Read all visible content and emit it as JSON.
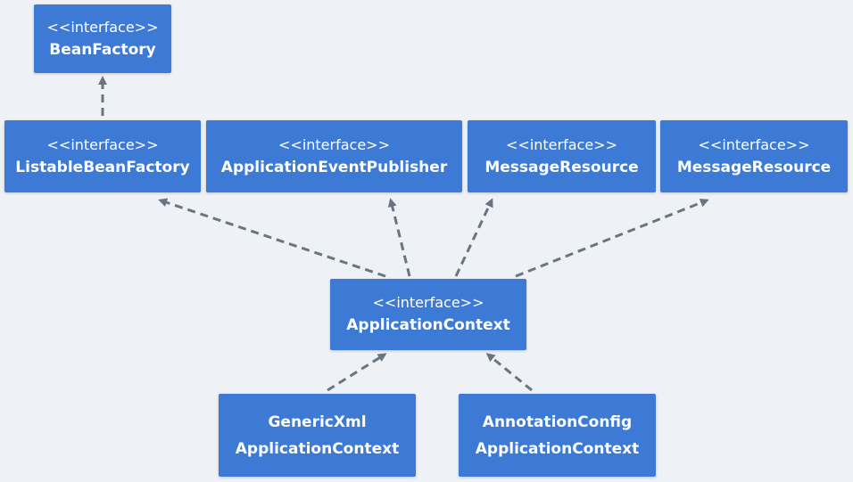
{
  "stereotype": "<<interface>>",
  "nodes": {
    "bean_factory": {
      "stereotype": "<<interface>>",
      "name": "BeanFactory"
    },
    "listable_bean_factory": {
      "stereotype": "<<interface>>",
      "name": "ListableBeanFactory"
    },
    "application_event_publisher": {
      "stereotype": "<<interface>>",
      "name": "ApplicationEventPublisher"
    },
    "message_resource_1": {
      "stereotype": "<<interface>>",
      "name": "MessageResource"
    },
    "message_resource_2": {
      "stereotype": "<<interface>>",
      "name": "MessageResource"
    },
    "application_context": {
      "stereotype": "<<interface>>",
      "name": "ApplicationContext"
    },
    "generic_xml_application_context": {
      "line1": "GenericXml",
      "line2": "ApplicationContext"
    },
    "annotation_config_application_context": {
      "line1": "AnnotationConfig",
      "line2": "ApplicationContext"
    }
  },
  "edges": [
    {
      "from": "listable_bean_factory",
      "to": "bean_factory",
      "style": "dashed",
      "arrow": "open"
    },
    {
      "from": "application_context",
      "to": "listable_bean_factory",
      "style": "dashed",
      "arrow": "open"
    },
    {
      "from": "application_context",
      "to": "application_event_publisher",
      "style": "dashed",
      "arrow": "open"
    },
    {
      "from": "application_context",
      "to": "message_resource_1",
      "style": "dashed",
      "arrow": "open"
    },
    {
      "from": "application_context",
      "to": "message_resource_2",
      "style": "dashed",
      "arrow": "open"
    },
    {
      "from": "generic_xml_application_context",
      "to": "application_context",
      "style": "dashed",
      "arrow": "open"
    },
    {
      "from": "annotation_config_application_context",
      "to": "application_context",
      "style": "dashed",
      "arrow": "open"
    }
  ],
  "colors": {
    "background": "#eef1f6",
    "node_fill": "#3d7ad6",
    "node_text": "#ffffff",
    "edge": "#6b7581"
  }
}
